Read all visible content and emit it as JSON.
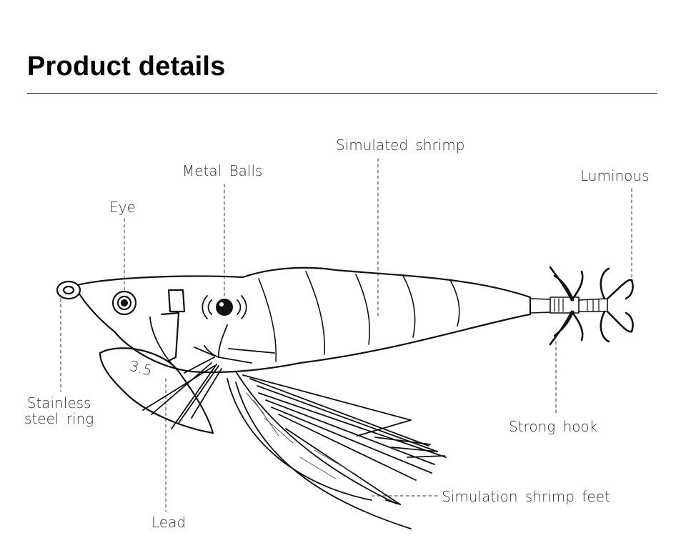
{
  "title": "Product details",
  "lure": {
    "weight_mark": "3.5"
  },
  "callouts": {
    "simulated_shrimp": "Simulated shrimp",
    "metal_balls": "Metal Balls",
    "luminous": "Luminous",
    "eye": "Eye",
    "stainless_steel_ring": "Stainless\nsteel ring",
    "strong_hook": "Strong hook",
    "simulation_shrimp_feet": "Simulation shrimp feet",
    "lead": "Lead"
  }
}
